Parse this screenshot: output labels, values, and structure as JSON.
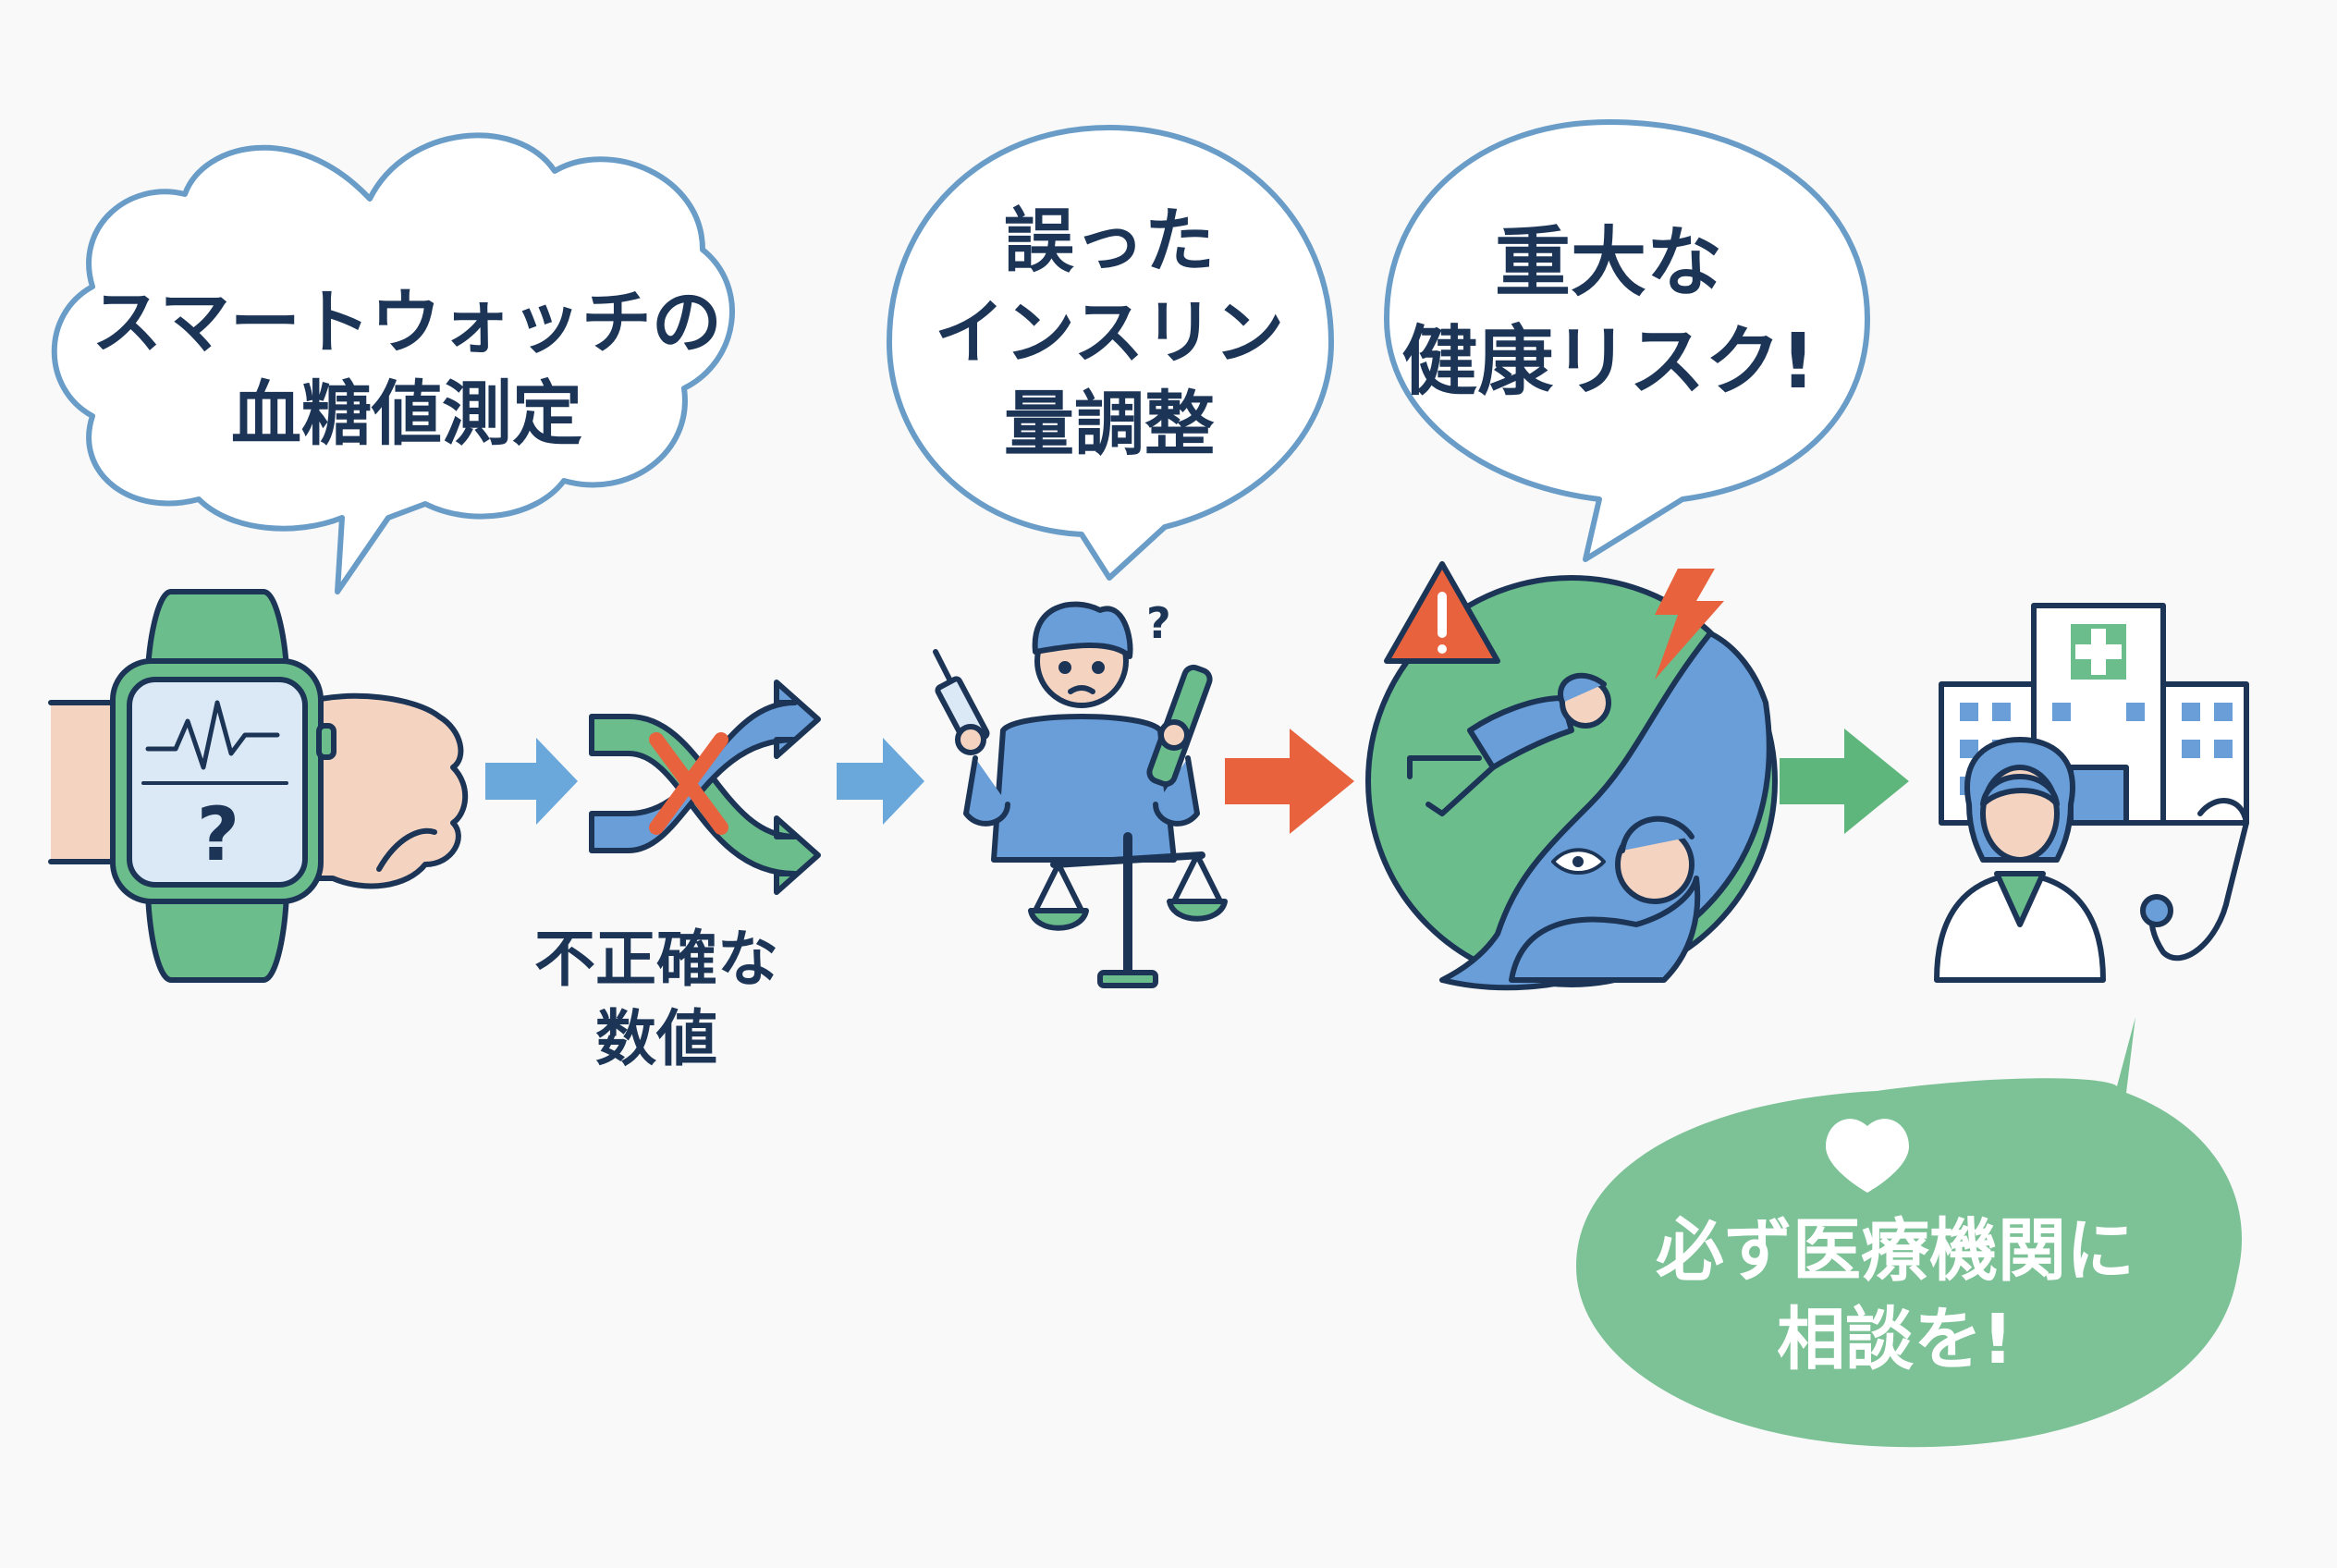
{
  "bubbles": {
    "watch": {
      "lines": [
        "スマートウォッチの",
        "血糖値測定"
      ]
    },
    "insulin": {
      "lines": [
        "誤った",
        "インスリン",
        "量調整"
      ]
    },
    "risk": {
      "lines": [
        "重大な",
        "健康リスク!"
      ]
    }
  },
  "labels": {
    "inaccurate": {
      "lines": [
        "不正確な",
        "数値"
      ]
    }
  },
  "advice": {
    "lines": [
      "必ず医療機関に",
      "相談を!"
    ]
  },
  "icons": {
    "watch": "smartwatch-icon",
    "question": "question-mark-icon",
    "crossed_arrows": "crossed-arrows-icon",
    "syringe": "syringe-icon",
    "pen": "insulin-pen-icon",
    "scale": "balance-scale-icon",
    "warning": "warning-icon",
    "lightning": "lightning-icon",
    "hospital": "hospital-icon",
    "doctor": "doctor-icon",
    "stethoscope": "stethoscope-icon",
    "heart": "heart-icon"
  },
  "colors": {
    "outline": "#1c3557",
    "bubble_border": "#6a9cc8",
    "green": "#6cbd8c",
    "blue": "#6a9ed8",
    "red": "#e8623e",
    "advice_bubble": "#7cc296"
  }
}
